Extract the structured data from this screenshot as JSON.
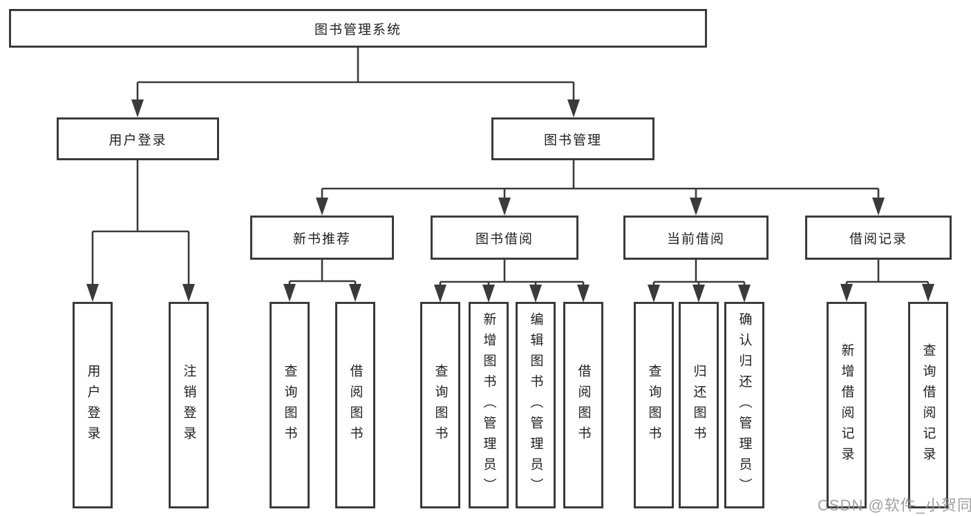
{
  "tree": {
    "root": "图书管理系统",
    "branches": [
      {
        "label": "用户登录",
        "children": [
          "用户登录",
          "注销登录"
        ]
      },
      {
        "label": "图书管理",
        "groups": [
          {
            "label": "新书推荐",
            "children": [
              "查询图书",
              "借阅图书"
            ]
          },
          {
            "label": "图书借阅",
            "children": [
              "查询图书",
              "新增图书（管理员）",
              "编辑图书（管理员）",
              "借阅图书"
            ]
          },
          {
            "label": "当前借阅",
            "children": [
              "查询图书",
              "归还图书",
              "确认归还（管理员）"
            ]
          },
          {
            "label": "借阅记录",
            "children": [
              "新增借阅记录",
              "查询借阅记录"
            ]
          }
        ]
      }
    ]
  },
  "watermark": {
    "text": "CSDN @软件_小贺同学"
  },
  "colors": {
    "line": "#3a3a3a",
    "text": "#1f1f1f",
    "background": "#ffffff",
    "watermark": "#989898"
  }
}
